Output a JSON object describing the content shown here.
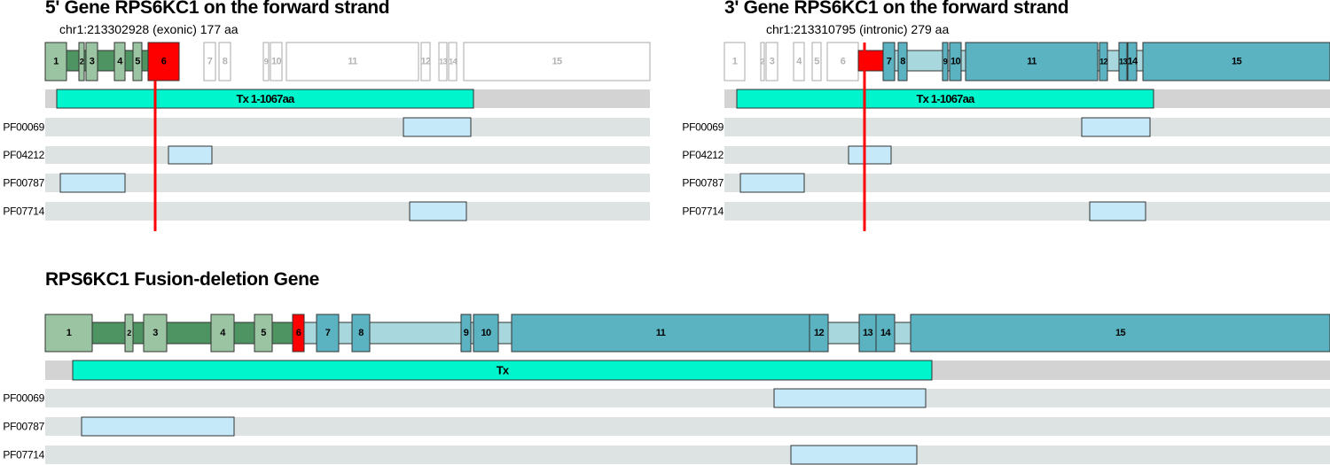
{
  "colors": {
    "exon_5p": "#9bc4a2",
    "intron_5p": "#4e9462",
    "exon_3p": "#5bb3c2",
    "intron_3p": "#a8d8de",
    "breakpoint": "#ff0000",
    "tx": "#00f5cc",
    "domain": "#c5e9f8",
    "track": "#dde2e3",
    "tx_track": "#d3d3d3",
    "inactive_label": "#b3b3b3"
  },
  "panel5": {
    "title": "5' Gene RPS6KC1 on the forward strand",
    "subtitle": "chr1:213302928 (exonic) 177 aa",
    "tx_label": "Tx 1-1067aa",
    "domains": [
      {
        "name": "PF00069"
      },
      {
        "name": "PF04212"
      },
      {
        "name": "PF00787"
      },
      {
        "name": "PF07714"
      }
    ],
    "exons": [
      {
        "label": "1"
      },
      {
        "label": "2"
      },
      {
        "label": "3"
      },
      {
        "label": "4"
      },
      {
        "label": "5"
      },
      {
        "label": "6"
      },
      {
        "label": "7"
      },
      {
        "label": "8"
      },
      {
        "label": "9"
      },
      {
        "label": "10"
      },
      {
        "label": "11"
      },
      {
        "label": "12"
      },
      {
        "label": "13"
      },
      {
        "label": "14"
      },
      {
        "label": "15"
      }
    ]
  },
  "panel3": {
    "title": "3' Gene RPS6KC1 on the forward strand",
    "subtitle": "chr1:213310795 (intronic) 279 aa",
    "tx_label": "Tx 1-1067aa",
    "domains": [
      {
        "name": "PF00069"
      },
      {
        "name": "PF04212"
      },
      {
        "name": "PF00787"
      },
      {
        "name": "PF07714"
      }
    ],
    "exons": [
      {
        "label": "1"
      },
      {
        "label": "2"
      },
      {
        "label": "3"
      },
      {
        "label": "4"
      },
      {
        "label": "5"
      },
      {
        "label": "6"
      },
      {
        "label": "7"
      },
      {
        "label": "8"
      },
      {
        "label": "9"
      },
      {
        "label": "10"
      },
      {
        "label": "11"
      },
      {
        "label": "12"
      },
      {
        "label": "13"
      },
      {
        "label": "14"
      },
      {
        "label": "15"
      }
    ]
  },
  "fusion": {
    "title": "RPS6KC1 Fusion-deletion Gene",
    "tx_label": "Tx",
    "domains": [
      {
        "name": "PF00069"
      },
      {
        "name": "PF00787"
      },
      {
        "name": "PF07714"
      }
    ],
    "exons": [
      {
        "label": "1"
      },
      {
        "label": "2"
      },
      {
        "label": "3"
      },
      {
        "label": "4"
      },
      {
        "label": "5"
      },
      {
        "label": "6"
      },
      {
        "label": "7"
      },
      {
        "label": "8"
      },
      {
        "label": "9"
      },
      {
        "label": "10"
      },
      {
        "label": "11"
      },
      {
        "label": "12"
      },
      {
        "label": "13"
      },
      {
        "label": "14"
      },
      {
        "label": "15"
      }
    ]
  }
}
